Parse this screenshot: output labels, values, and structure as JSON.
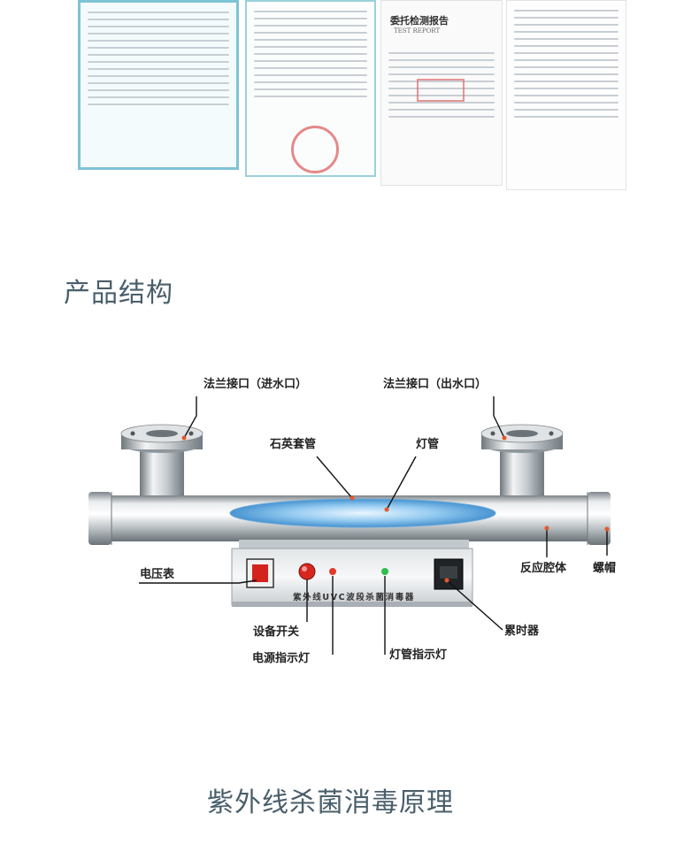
{
  "certificates": {
    "doc3_title": "委托检测报告",
    "doc3_subtitle": "TEST REPORT"
  },
  "section1_title": "产品结构",
  "section2_title": "紫外线杀菌消毒原理",
  "device_panel_text": "紫外线UVC波段杀菌消毒器",
  "callouts": {
    "inlet_flange": "法兰接口（进水口）",
    "outlet_flange": "法兰接口（出水口）",
    "quartz_sleeve": "石英套管",
    "lamp": "灯管",
    "voltmeter": "电压表",
    "reaction_chamber": "反应腔体",
    "nut_cap": "螺帽",
    "power_switch": "设备开关",
    "power_indicator": "电源指示灯",
    "lamp_indicator": "灯管指示灯",
    "timer": "累时器"
  },
  "colors": {
    "title_text": "#4a5f6b",
    "leader_line": "#111111",
    "point_marker": "#e5572a",
    "lamp_blue": "#5aa6e0",
    "switch_red": "#d8261f",
    "indicator_green": "#2fbf4a"
  }
}
